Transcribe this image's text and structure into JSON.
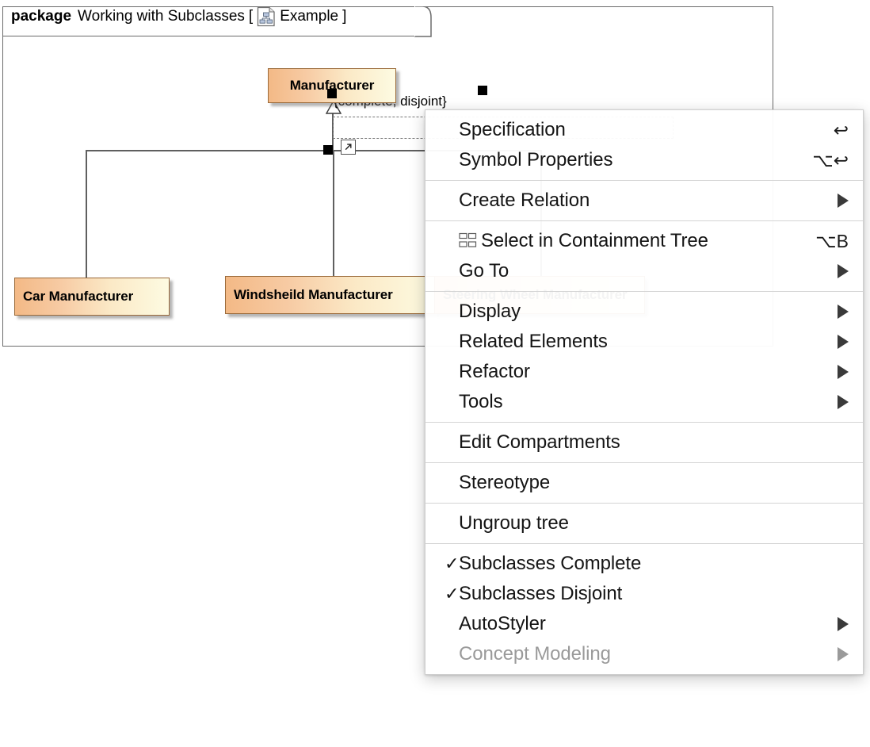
{
  "diagram": {
    "package": {
      "keyword": "package",
      "name": "Working with Subclasses",
      "bracket_open": "[",
      "icon": "class-diagram-icon",
      "diagram_name": "Example",
      "bracket_close": "]"
    },
    "classes": [
      {
        "name": "Manufacturer",
        "role": "superclass"
      },
      {
        "name": "Car Manufacturer",
        "role": "subclass"
      },
      {
        "name": "Windsheild Manufacturer",
        "role": "subclass"
      },
      {
        "name": "Steering Wheel Manufacturer",
        "role": "subclass"
      }
    ],
    "generalization_set_label": "{complete, disjoint}",
    "colors": {
      "class_fill_start": "#f3b986",
      "class_fill_end": "#fdfbe2",
      "class_border": "#9a6a3a",
      "frame_border": "#6b6b6b",
      "line": "#5f5f5f",
      "handle": "#000000"
    }
  },
  "context_menu": {
    "groups": [
      {
        "items": [
          {
            "label": "Specification",
            "shortcut": "↩",
            "icon": null,
            "checked": false,
            "submenu": false,
            "disabled": false
          },
          {
            "label": "Symbol Properties",
            "shortcut": "⌥↩",
            "icon": null,
            "checked": false,
            "submenu": false,
            "disabled": false
          }
        ]
      },
      {
        "items": [
          {
            "label": "Create Relation",
            "shortcut": null,
            "icon": null,
            "checked": false,
            "submenu": true,
            "disabled": false
          }
        ]
      },
      {
        "items": [
          {
            "label": "Select in Containment Tree",
            "shortcut": "⌥B",
            "icon": "containment-tree-icon",
            "checked": false,
            "submenu": false,
            "disabled": false
          },
          {
            "label": "Go To",
            "shortcut": null,
            "icon": null,
            "checked": false,
            "submenu": true,
            "disabled": false
          }
        ]
      },
      {
        "items": [
          {
            "label": "Display",
            "shortcut": null,
            "icon": null,
            "checked": false,
            "submenu": true,
            "disabled": false
          },
          {
            "label": "Related Elements",
            "shortcut": null,
            "icon": null,
            "checked": false,
            "submenu": true,
            "disabled": false
          },
          {
            "label": "Refactor",
            "shortcut": null,
            "icon": null,
            "checked": false,
            "submenu": true,
            "disabled": false
          },
          {
            "label": "Tools",
            "shortcut": null,
            "icon": null,
            "checked": false,
            "submenu": true,
            "disabled": false
          }
        ]
      },
      {
        "items": [
          {
            "label": "Edit Compartments",
            "shortcut": null,
            "icon": null,
            "checked": false,
            "submenu": false,
            "disabled": false
          }
        ]
      },
      {
        "items": [
          {
            "label": "Stereotype",
            "shortcut": null,
            "icon": null,
            "checked": false,
            "submenu": false,
            "disabled": false
          }
        ]
      },
      {
        "items": [
          {
            "label": "Ungroup tree",
            "shortcut": null,
            "icon": null,
            "checked": false,
            "submenu": false,
            "disabled": false
          }
        ]
      },
      {
        "items": [
          {
            "label": "Subclasses Complete",
            "shortcut": null,
            "icon": null,
            "checked": true,
            "submenu": false,
            "disabled": false
          },
          {
            "label": "Subclasses Disjoint",
            "shortcut": null,
            "icon": null,
            "checked": true,
            "submenu": false,
            "disabled": false
          },
          {
            "label": "AutoStyler",
            "shortcut": null,
            "icon": null,
            "checked": false,
            "submenu": true,
            "disabled": false
          },
          {
            "label": "Concept Modeling",
            "shortcut": null,
            "icon": null,
            "checked": false,
            "submenu": true,
            "disabled": true
          }
        ]
      }
    ]
  }
}
